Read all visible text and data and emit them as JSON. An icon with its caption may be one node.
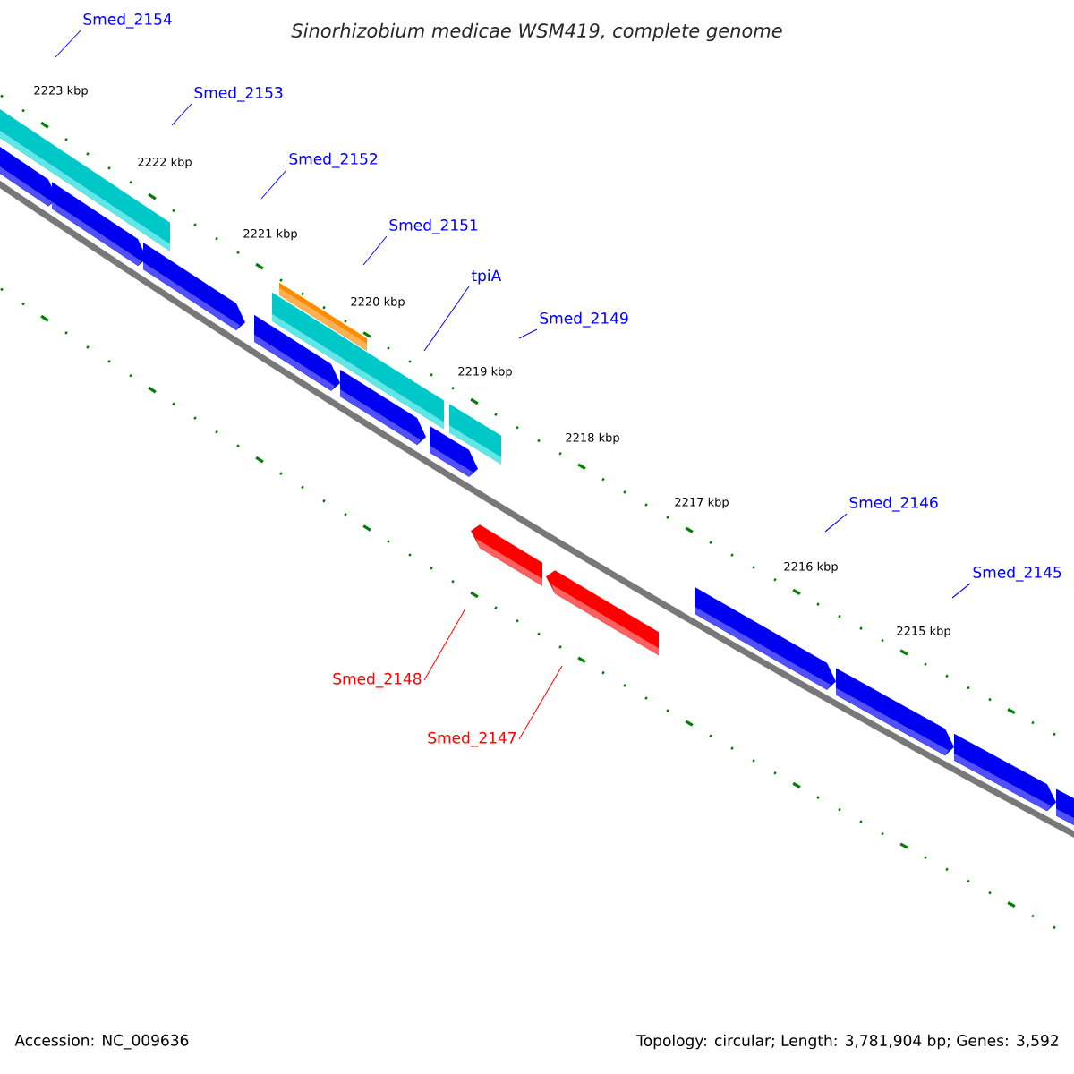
{
  "diagram": {
    "title": "Sinorhizobium medicae WSM419, complete genome",
    "nodes": [
      {
        "text": [
          "Smed_2154"
        ]
      },
      {
        "text": [
          "Smed_2153"
        ]
      },
      {
        "text": [
          "Smed_2152"
        ]
      },
      {
        "text": [
          "Smed_2151"
        ]
      },
      {
        "text": [
          "tpiA"
        ]
      },
      {
        "text": [
          "Smed_2149"
        ]
      },
      {
        "text": [
          "Smed_2146"
        ]
      },
      {
        "text": [
          "Smed_2145"
        ]
      },
      {
        "text": [
          "Smed_2148"
        ]
      },
      {
        "text": [
          "Smed_2147"
        ]
      }
    ],
    "edges": [
      {
        "from": 0,
        "to": null,
        "arrow": "none"
      },
      {
        "from": 1,
        "to": null,
        "arrow": "none"
      },
      {
        "from": 2,
        "to": null,
        "arrow": "none"
      },
      {
        "from": 3,
        "to": null,
        "arrow": "none"
      },
      {
        "from": 4,
        "to": null,
        "arrow": "none"
      },
      {
        "from": 5,
        "to": null,
        "arrow": "none"
      },
      {
        "from": 6,
        "to": null,
        "arrow": "none"
      },
      {
        "from": 7,
        "to": null,
        "arrow": "none"
      },
      {
        "from": 8,
        "to": null,
        "arrow": "none",
        "color": "#ff0000"
      },
      {
        "from": 9,
        "to": null,
        "arrow": "none",
        "color": "#ff0000"
      }
    ],
    "labels": [
      "2223 kbp",
      "2222 kbp",
      "2221 kbp",
      "2220 kbp",
      "2219 kbp",
      "2218 kbp",
      "2217 kbp",
      "2216 kbp",
      "2215 kbp",
      "Accession: NC_009636",
      "Topology: circular; Length: 3,781,904 bp; Genes: 3,592"
    ]
  }
}
